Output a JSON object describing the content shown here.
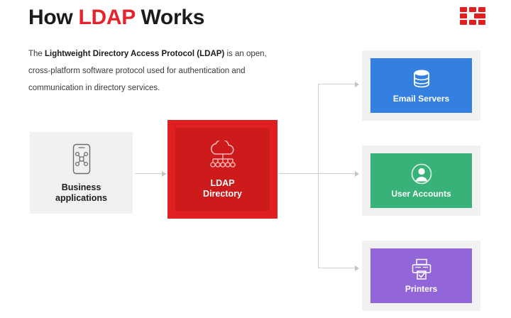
{
  "header": {
    "title_prefix": "How ",
    "title_accent": "LDAP",
    "title_suffix": " Works",
    "logo_name": "red-block-grid-logo"
  },
  "intro": {
    "lead": "The ",
    "bold": "Lightweight Directory Access Protocol (LDAP)",
    "rest": " is an open, cross-platform software protocol used for authentication and communication in directory services."
  },
  "diagram": {
    "source": {
      "label_line1": "Business",
      "label_line2": "applications",
      "icon": "mobile-network-icon",
      "bg_color": "#F1F1F1"
    },
    "central": {
      "label_line1": "LDAP",
      "label_line2": "Directory",
      "icon": "cloud-directory-tree-icon",
      "bg_color": "#E02020",
      "inner_color": "#CD1A1A"
    },
    "targets": [
      {
        "label": "Email Servers",
        "icon": "database-cylinder-icon",
        "color": "#3380E0",
        "frame_color": "#F1F1F1"
      },
      {
        "label": "User Accounts",
        "icon": "user-circle-icon",
        "color": "#38B278",
        "frame_color": "#F1F1F1"
      },
      {
        "label": "Printers",
        "icon": "printer-icon",
        "color": "#9266D8",
        "frame_color": "#F1F1F1"
      }
    ],
    "connector_color": "#CFCFCF"
  }
}
